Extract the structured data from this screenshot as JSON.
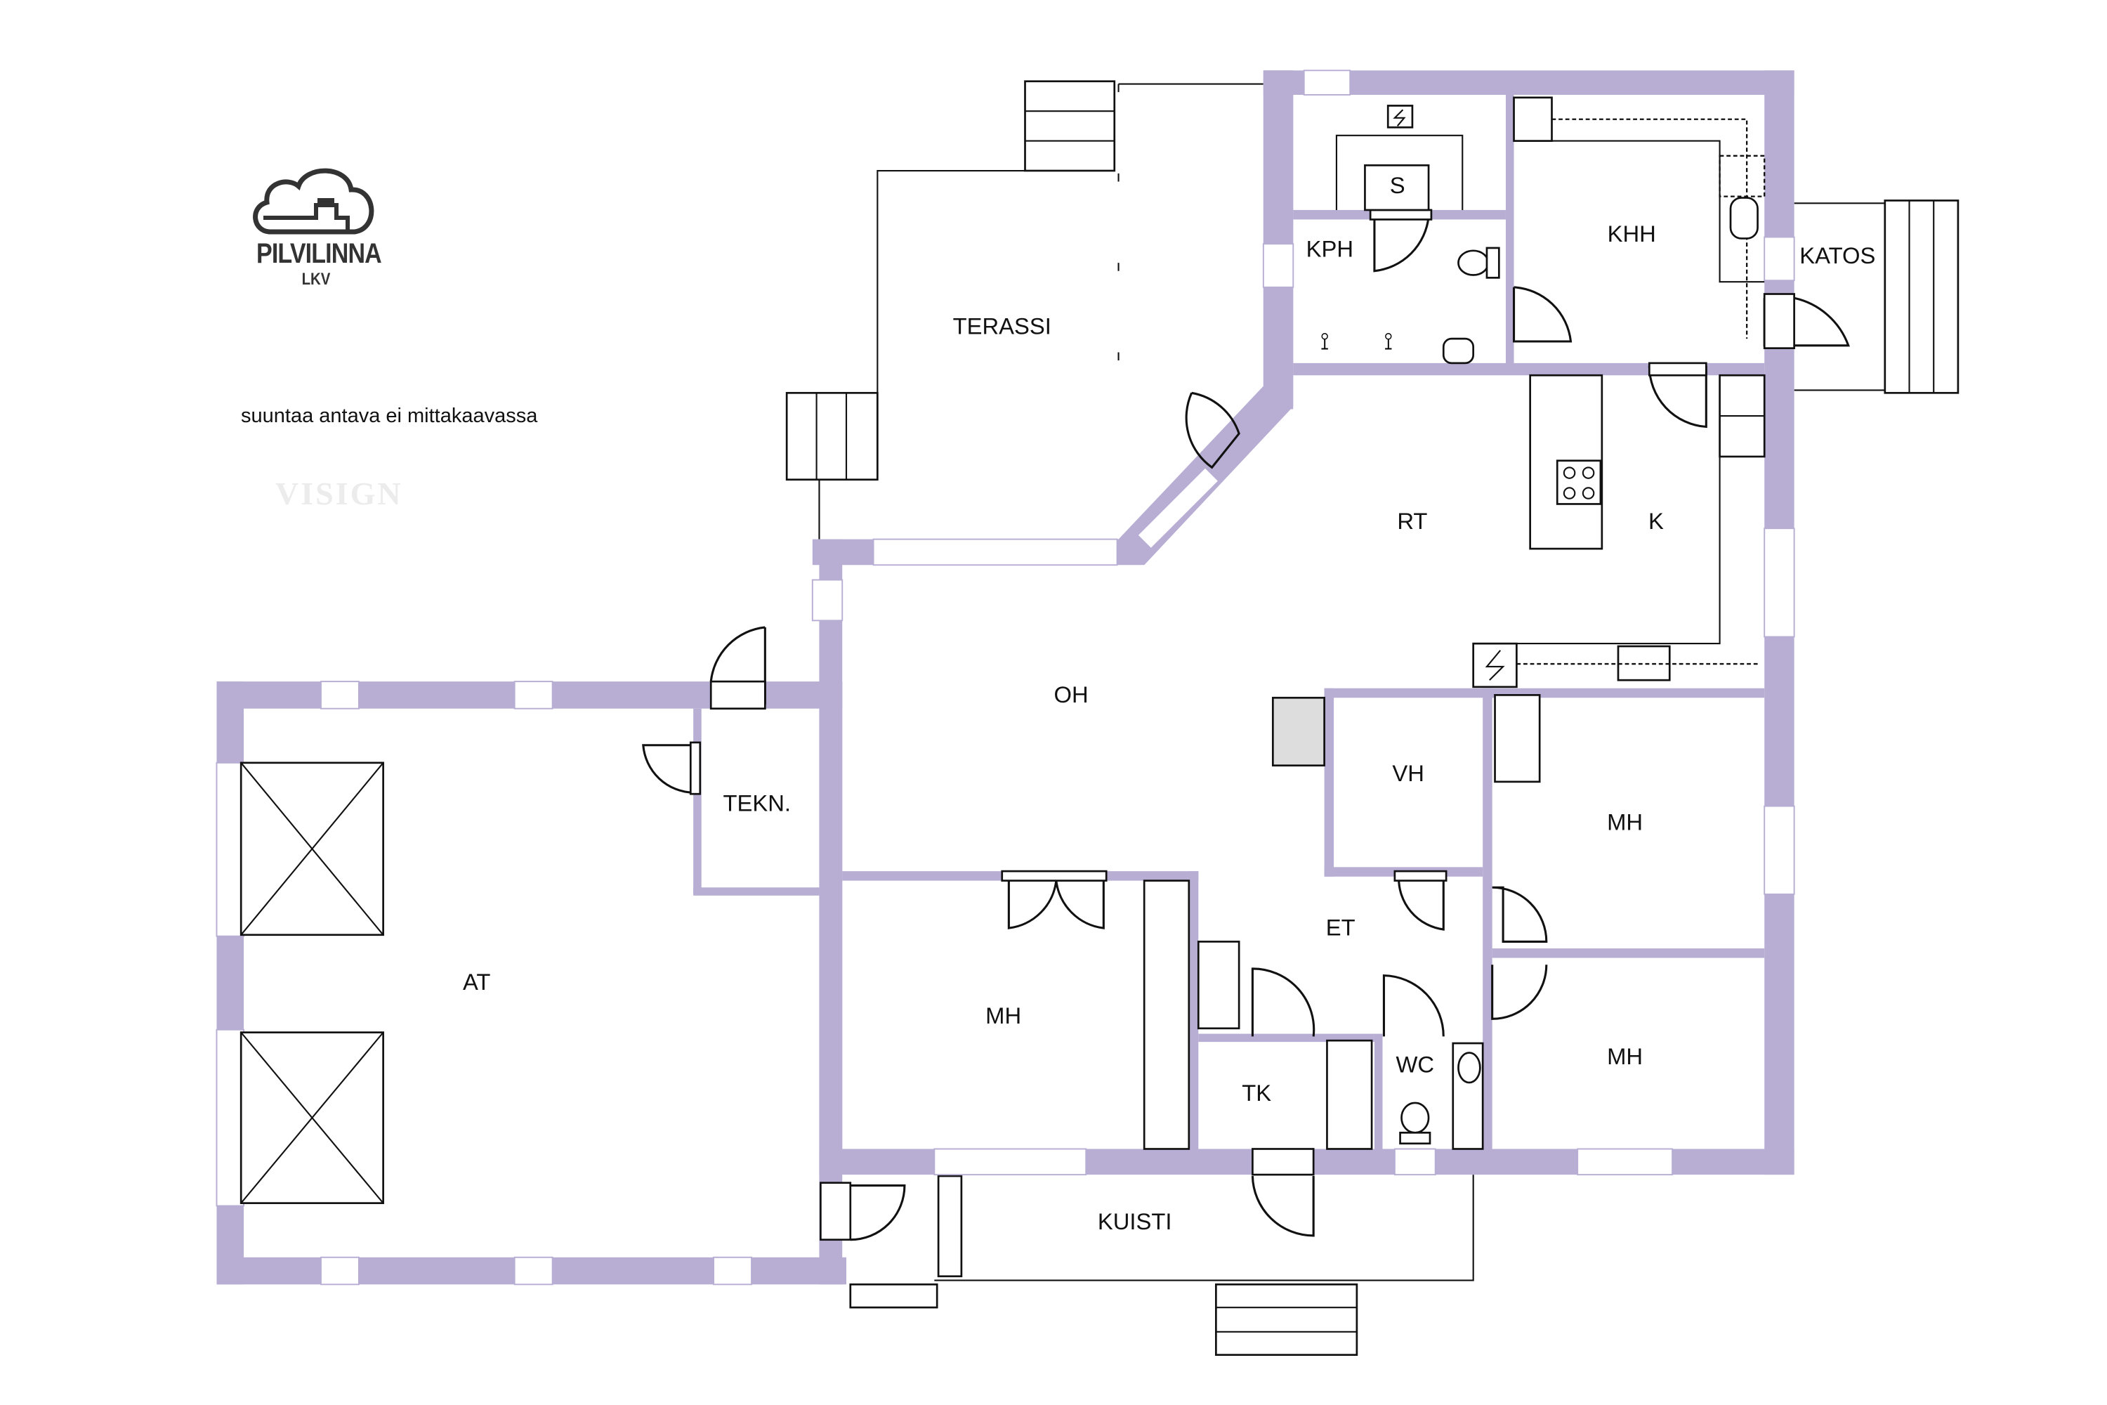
{
  "logo": {
    "name": "PILVILINNA",
    "sub": "LKV"
  },
  "note": "suuntaa antava ei mittakaavassa",
  "watermark": "VISIGN",
  "colors": {
    "wall": "#b8aed4",
    "line": "#111111"
  },
  "rooms": {
    "terassi": "TERASSI",
    "kph": "KPH",
    "s": "S",
    "khh": "KHH",
    "katos": "KATOS",
    "rt": "RT",
    "k": "K",
    "oh": "OH",
    "vh": "VH",
    "mh_right_top": "MH",
    "tekn": "TEKN.",
    "at": "AT",
    "et": "ET",
    "mh_left": "MH",
    "mh_right_bottom": "MH",
    "tk": "TK",
    "wc": "WC",
    "kuisti": "KUISTI"
  }
}
